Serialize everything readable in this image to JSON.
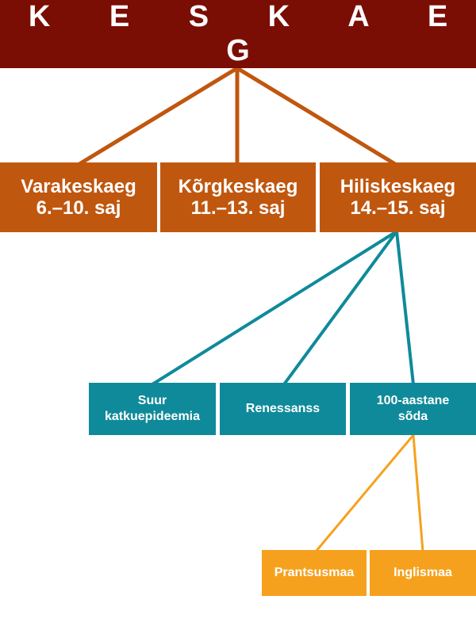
{
  "title": "K E S K A E G",
  "periods": [
    {
      "name": "Varakeskaeg",
      "dates": "6.–10. saj"
    },
    {
      "name": "Kõrgkeskaeg",
      "dates": "11.–13. saj"
    },
    {
      "name": "Hiliskeskaeg",
      "dates": "14.–15. saj"
    }
  ],
  "events": [
    {
      "line1": "Suur",
      "line2": "katkuepideemia"
    },
    {
      "line1": "Renessanss"
    },
    {
      "line1": "100-aastane",
      "line2": "sõda"
    }
  ],
  "countries": [
    "Prantsusmaa",
    "Inglismaa"
  ],
  "colors": {
    "title_bg": "#7a0e04",
    "period": "#c0570f",
    "event": "#0f8a9a",
    "country": "#f6a11e"
  }
}
